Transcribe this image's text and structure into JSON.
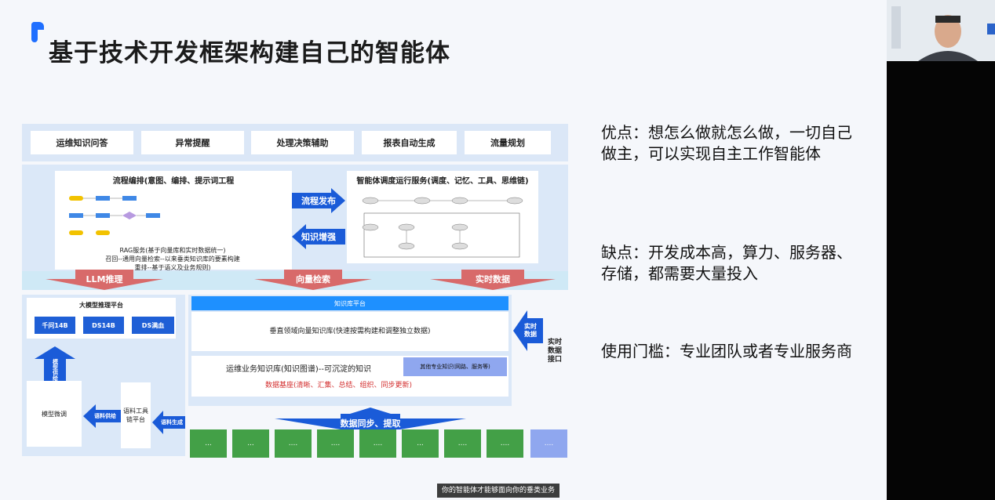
{
  "slide": {
    "title": "基于技术开发框架构建自己的智能体"
  },
  "diagram": {
    "services": [
      "运维知识问答",
      "异常提醒",
      "处理决策辅助",
      "报表自动生成",
      "流量规划"
    ],
    "orchestration": {
      "title": "流程编排(意图、编排、提示词工程",
      "rag_lines": [
        "RAG服务(基于向量库和实时数据统一)",
        "召回--通用向量检索--以来垂类知识库的要素构建",
        "重排--基于语义及业务规则)"
      ]
    },
    "runtime": {
      "title": "智能体调度运行服务(调度、记忆、工具、思维链)"
    },
    "arrows": {
      "publish": "流程发布",
      "enhance": "知识增强",
      "llm": "LLM推理",
      "vector": "向量检索",
      "realtime": "实时数据",
      "model_supply": "模型供给",
      "corpus_supply": "语料供给",
      "corpus_gen": "语料生成",
      "sync": "数据同步、提取",
      "realtime_right": "实时数据"
    },
    "inference_platform": {
      "title": "大模型推理平台",
      "models": [
        "千问14B",
        "DS14B",
        "DS满血"
      ]
    },
    "finetune": "模型微调",
    "corpus_tool": "语料工具链平台",
    "kb_platform": {
      "header": "知识库平台",
      "vector_kb": "垂直领域向量知识库(快速按需构建和调整独立数据)",
      "ops_kb": "运维业务知识库(知识图谱)--可沉淀的知识",
      "other_kb": "其他专业知识(网路、服务等)",
      "data_foundation": "数据基座(清晰、汇集、总结、组织、同步更新)"
    },
    "realtime_interface": "实时数据接口",
    "data_sources": [
      "...",
      "...",
      "....",
      "....",
      "....",
      "...",
      "....",
      "....",
      "...."
    ]
  },
  "notes": [
    "优点：想怎么做就怎么做，一切自己做主，可以实现自主工作智能体",
    "缺点：开发成本高，算力、服务器、存储，都需要大量投入",
    "使用门槛：专业团队或者专业服务商"
  ],
  "caption": "你的智能体才能够面向你的垂类业务",
  "colors": {
    "accent": "#1f6fff",
    "arrow_blue": "#1a5bd8",
    "arrow_red": "#d86a6a",
    "source_green": "#43a047",
    "source_purple": "#8fa7ef"
  }
}
